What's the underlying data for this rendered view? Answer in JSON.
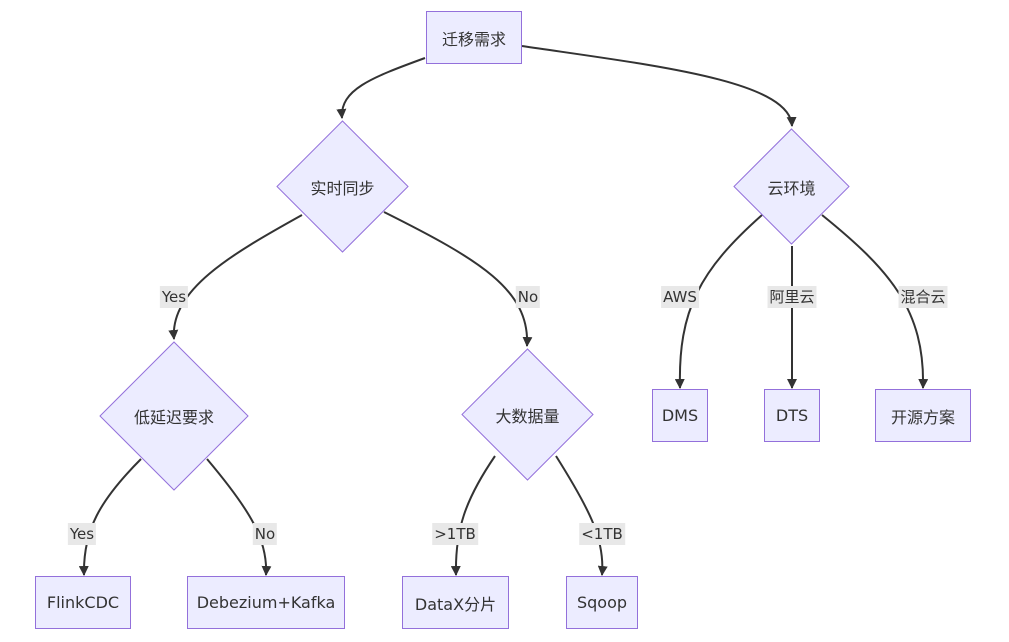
{
  "nodes": {
    "root": "迁移需求",
    "realtime": "实时同步",
    "cloud": "云环境",
    "latency": "低延迟要求",
    "volume": "大数据量",
    "flinkcdc": "FlinkCDC",
    "debezium": "Debezium+Kafka",
    "datax": "DataX分片",
    "sqoop": "Sqoop",
    "dms": "DMS",
    "dts": "DTS",
    "opensource": "开源方案"
  },
  "edge_labels": {
    "realtime_yes": "Yes",
    "realtime_no": "No",
    "cloud_aws": "AWS",
    "cloud_aliyun": "阿里云",
    "cloud_hybrid": "混合云",
    "latency_yes": "Yes",
    "latency_no": "No",
    "volume_gt": ">1TB",
    "volume_lt": "<1TB"
  },
  "colors": {
    "node_fill": "#ECECFF",
    "node_stroke": "#9370DB",
    "edge": "#333333",
    "label_bg": "#E8E8E8"
  }
}
